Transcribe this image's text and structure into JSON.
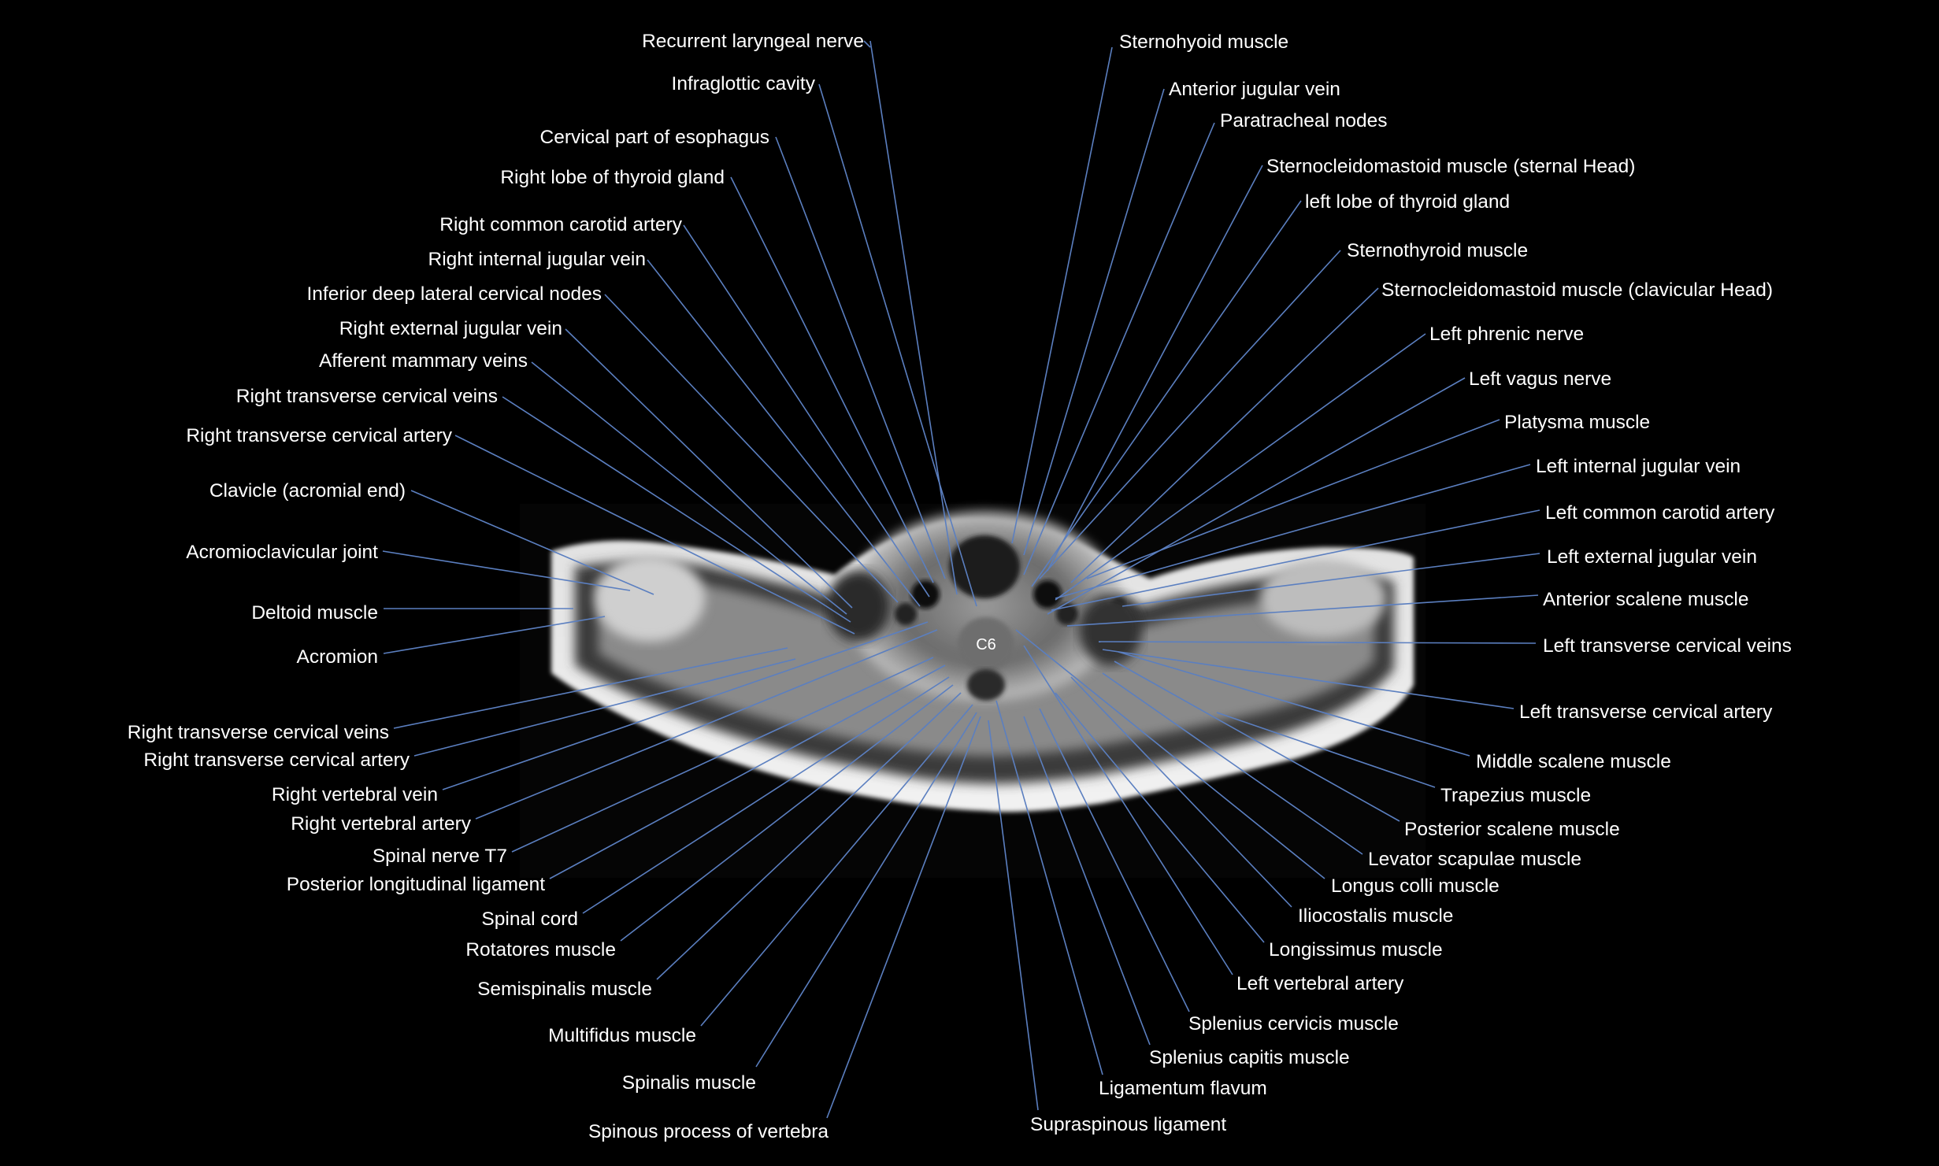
{
  "diagram": {
    "vertebra_label": "C6",
    "leader_color": "#5b7fc0",
    "label_color": "#ffffff",
    "background": "#000000"
  },
  "labels": {
    "left": [
      "Recurrent laryngeal nerve",
      "Infraglottic cavity",
      "Cervical part of esophagus",
      "Right lobe of thyroid gland",
      "Right common carotid artery",
      "Right internal jugular vein",
      "Inferior deep lateral cervical nodes",
      "Right external jugular vein",
      "Afferent mammary veins",
      "Right transverse cervical veins",
      "Right transverse cervical artery",
      "Clavicle (acromial end)",
      "Acromioclavicular joint",
      "Deltoid muscle",
      "Acromion",
      "Right transverse cervical veins",
      "Right transverse cervical artery",
      "Right vertebral vein",
      "Right vertebral artery",
      "Spinal nerve T7",
      "Posterior longitudinal ligament",
      "Spinal cord",
      "Rotatores muscle",
      "Semispinalis muscle",
      "Multifidus muscle",
      "Spinalis muscle",
      "Spinous process of vertebra"
    ],
    "right": [
      "Sternohyoid muscle",
      "Anterior jugular vein",
      "Paratracheal nodes",
      "Sternocleidomastoid muscle (sternal Head)",
      "left lobe of thyroid gland",
      "Sternothyroid muscle",
      "Sternocleidomastoid muscle (clavicular Head)",
      "Left phrenic nerve",
      "Left vagus nerve",
      "Platysma muscle",
      "Left internal jugular vein",
      "Left common carotid artery",
      "Left external jugular vein",
      "Anterior scalene muscle",
      "Left transverse cervical veins",
      "Left transverse cervical artery",
      "Middle scalene muscle",
      "Trapezius muscle",
      "Posterior scalene muscle",
      "Levator scapulae muscle",
      "Longus colli muscle",
      "Iliocostalis muscle",
      "Longissimus muscle",
      "Left vertebral artery",
      "Splenius cervicis muscle",
      "Splenius capitis muscle",
      "Ligamentum flavum",
      "Supraspinous ligament"
    ]
  }
}
